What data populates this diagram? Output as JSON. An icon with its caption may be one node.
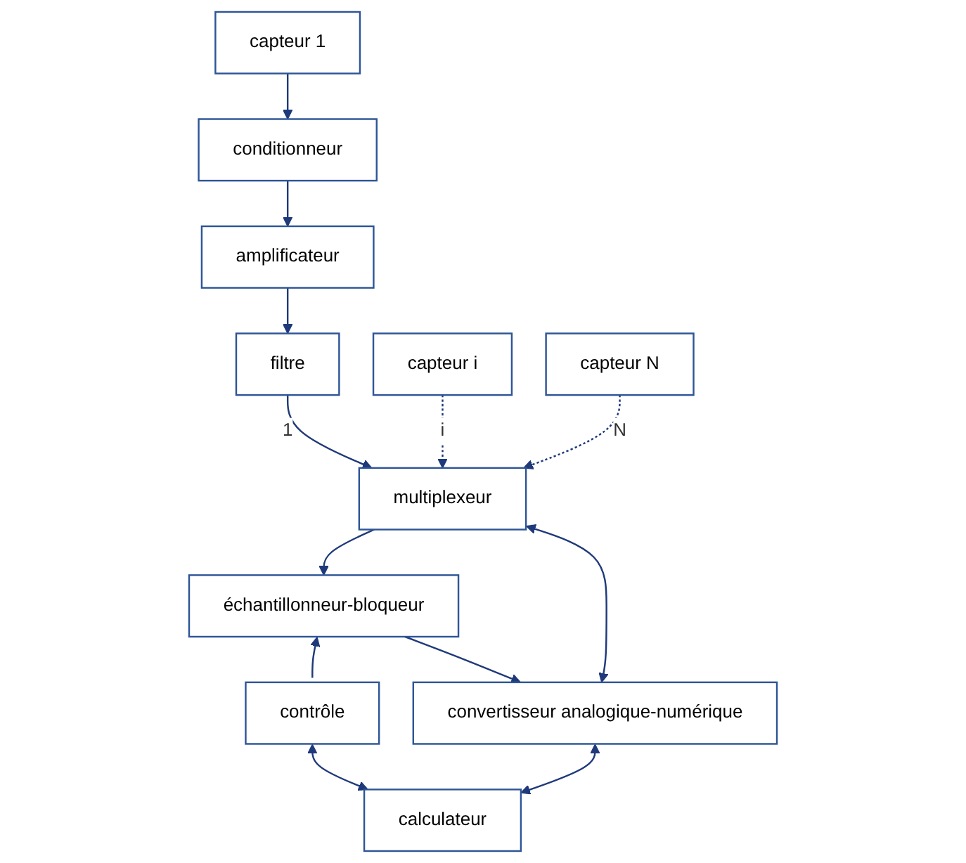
{
  "diagram": {
    "nodes": [
      {
        "text": [
          "capteur 1"
        ]
      },
      {
        "text": [
          "capteur i"
        ]
      },
      {
        "text": [
          "capteur N"
        ]
      },
      {
        "text": [
          "conditionneur"
        ]
      },
      {
        "text": [
          "amplificateur"
        ]
      },
      {
        "text": [
          "filtre"
        ]
      },
      {
        "text": [
          "multiplexeur"
        ]
      },
      {
        "text": [
          "échantillonneur-bloqueur"
        ]
      },
      {
        "text": [
          "contrôle"
        ]
      },
      {
        "text": [
          "convertisseur analogique-numérique"
        ]
      },
      {
        "text": [
          "calculateur"
        ]
      }
    ],
    "edges": [
      {
        "from": 0,
        "to": 3,
        "arrow": "to"
      },
      {
        "from": 3,
        "to": 4,
        "arrow": "to"
      },
      {
        "from": 4,
        "to": 5,
        "arrow": "to"
      },
      {
        "from": 5,
        "to": 6,
        "arrow": "to",
        "label": "1"
      },
      {
        "from": 1,
        "to": 6,
        "arrow": "to",
        "label": "i",
        "style": "dashed"
      },
      {
        "from": 2,
        "to": 6,
        "arrow": "to",
        "label": "N",
        "style": "dashed"
      },
      {
        "from": 6,
        "to": 7,
        "arrow": "to"
      },
      {
        "from": 8,
        "to": 7,
        "arrow": "to"
      },
      {
        "from": 7,
        "to": 9,
        "arrow": "to"
      },
      {
        "from": 9,
        "to": 6,
        "arrow": "both"
      },
      {
        "from": 8,
        "to": 10,
        "arrow": "both"
      },
      {
        "from": 9,
        "to": 10,
        "arrow": "both"
      }
    ]
  }
}
